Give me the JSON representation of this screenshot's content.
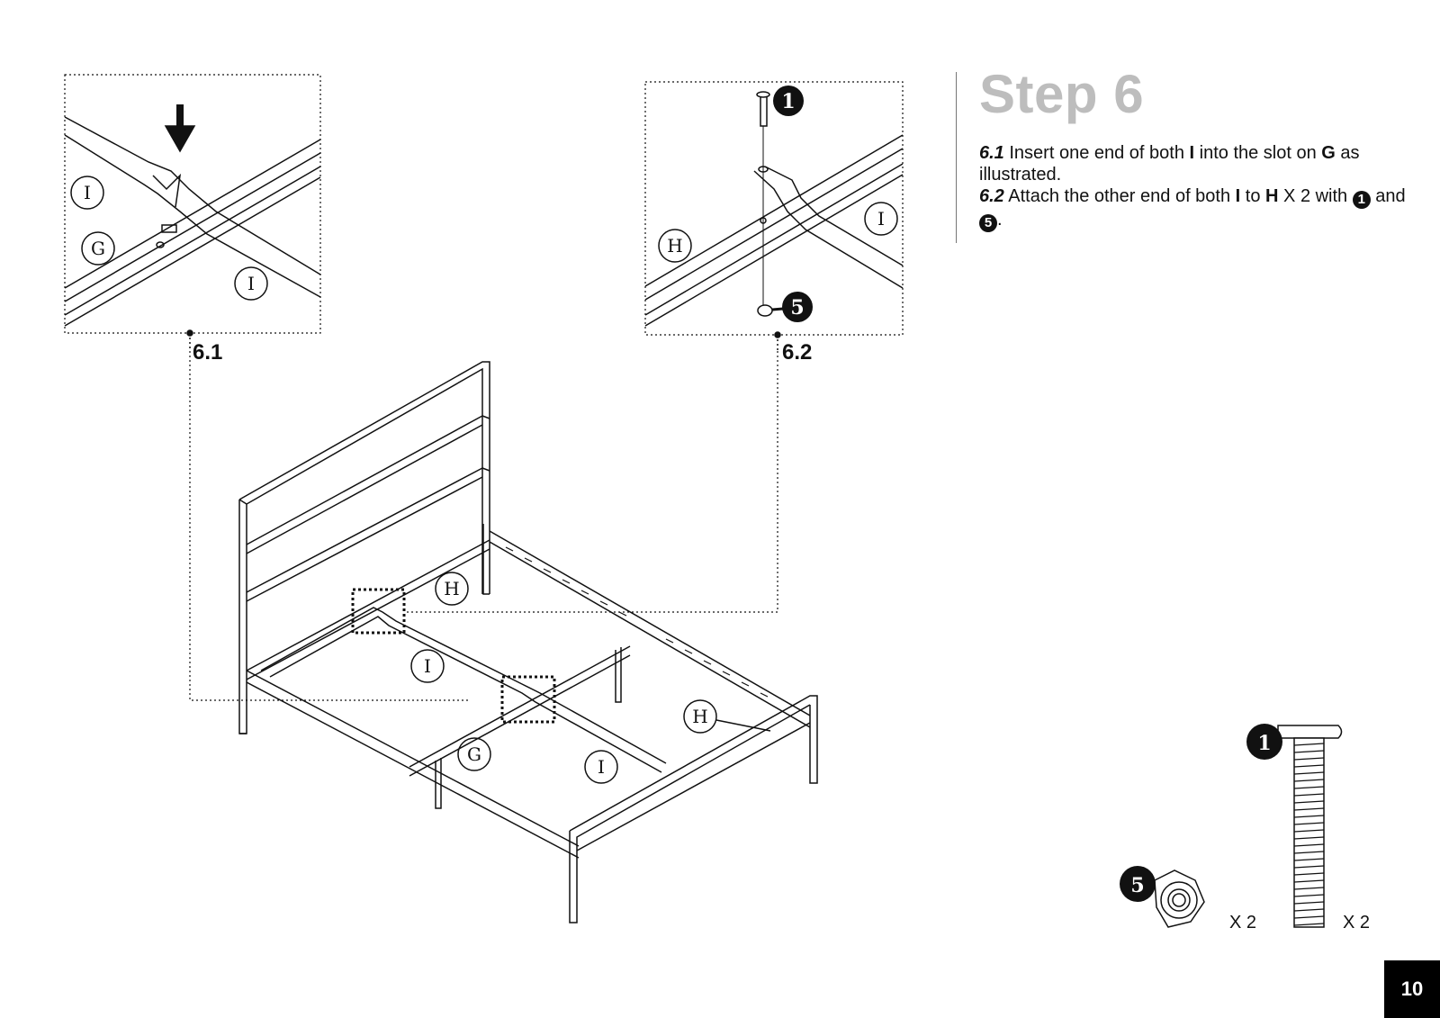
{
  "step": {
    "title": "Step 6",
    "line1": {
      "num": "6.1",
      "t1": " Insert one end of both ",
      "b1": "I",
      "t2": " into the slot on ",
      "b2": "G",
      "t3": " as illustrated."
    },
    "line2": {
      "num": "6.2",
      "t1": " Attach the other end of both ",
      "b1": "I",
      "t2": " to ",
      "b2": "H",
      "t3": " X 2 with ",
      "c1": "1",
      "t4": " and ",
      "c2": "5",
      "t5": "."
    }
  },
  "details": {
    "d1": {
      "label": "6.1",
      "parts": [
        "I",
        "G",
        "I"
      ]
    },
    "d2": {
      "label": "6.2",
      "parts": [
        "H",
        "I"
      ],
      "bolt": "1",
      "nut": "5"
    }
  },
  "main_labels": {
    "h1": "H",
    "i1": "I",
    "g": "G",
    "i2": "I",
    "h2": "H"
  },
  "hardware": {
    "bolt_id": "1",
    "bolt_qty": "X 2",
    "nut_id": "5",
    "nut_qty": "X 2"
  },
  "page_number": "10"
}
